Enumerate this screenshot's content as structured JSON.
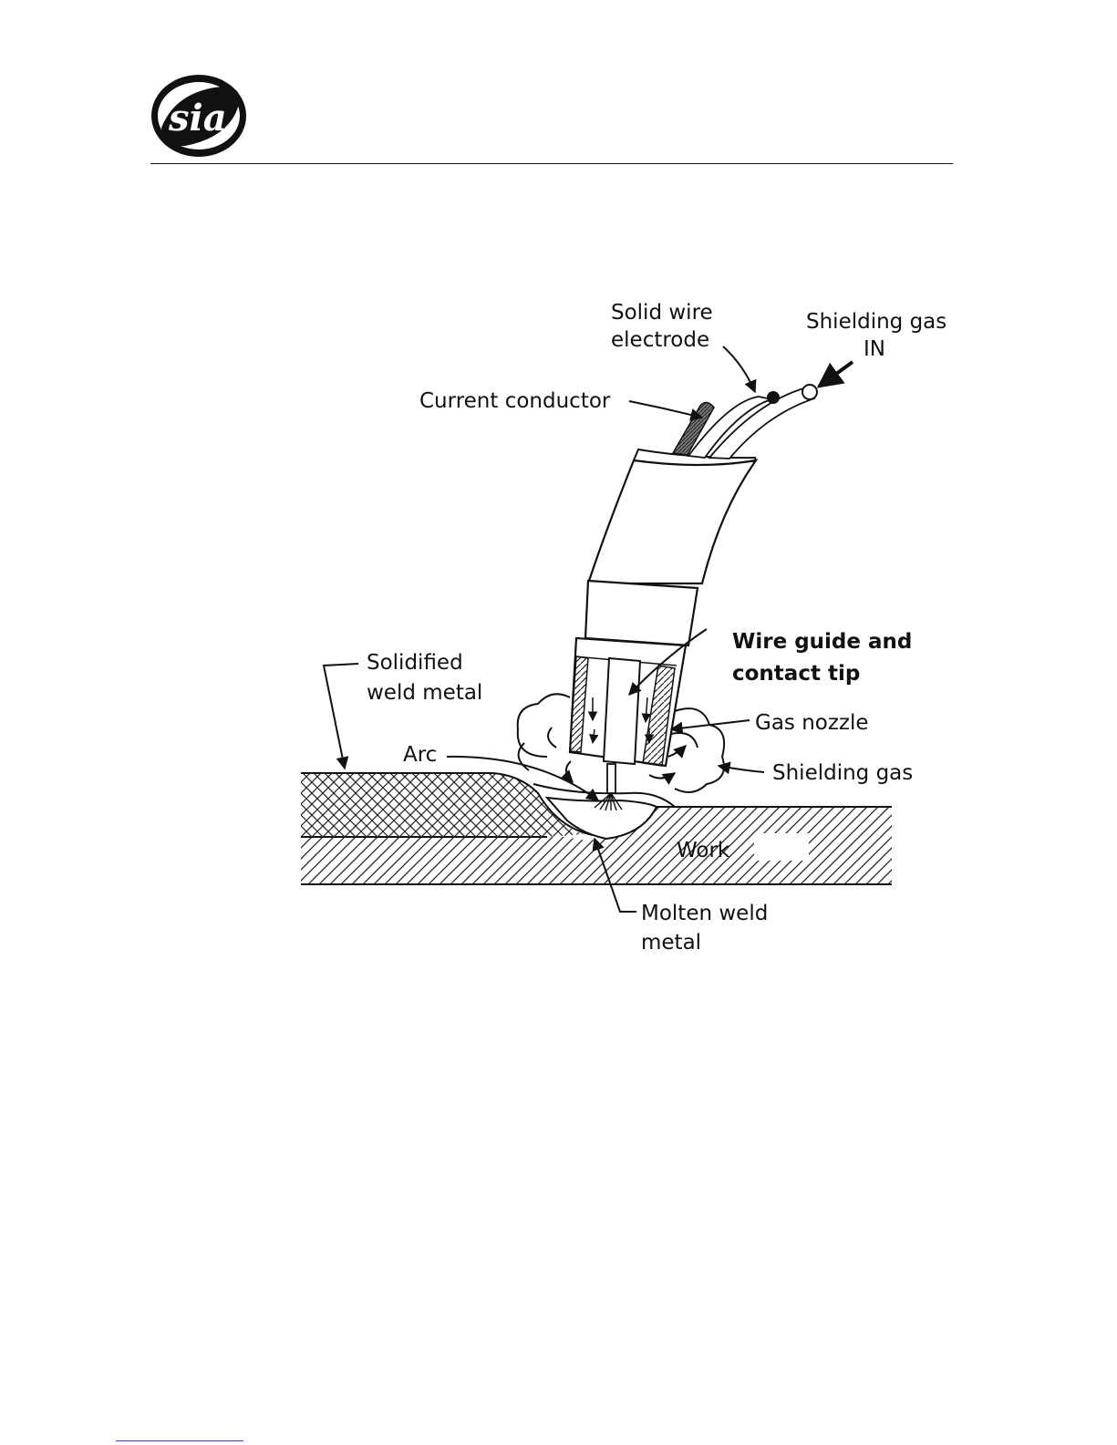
{
  "header": {
    "logo_text": "sia"
  },
  "diagram": {
    "labels": {
      "solid_wire_line1": "Solid wire",
      "solid_wire_line2": "electrode",
      "shielding_gas_in_line1": "Shielding gas",
      "shielding_gas_in_line2": "IN",
      "current_conductor": "Current conductor",
      "wire_guide_line1": "Wire guide and",
      "wire_guide_line2": "contact tip",
      "solidified_line1": "Solidified",
      "solidified_line2": "weld metal",
      "gas_nozzle": "Gas nozzle",
      "arc": "Arc",
      "shielding_gas": "Shielding gas",
      "work": "Work",
      "molten_line1": "Molten weld",
      "molten_line2": "metal"
    }
  },
  "icons": [
    "logo-emblem"
  ]
}
